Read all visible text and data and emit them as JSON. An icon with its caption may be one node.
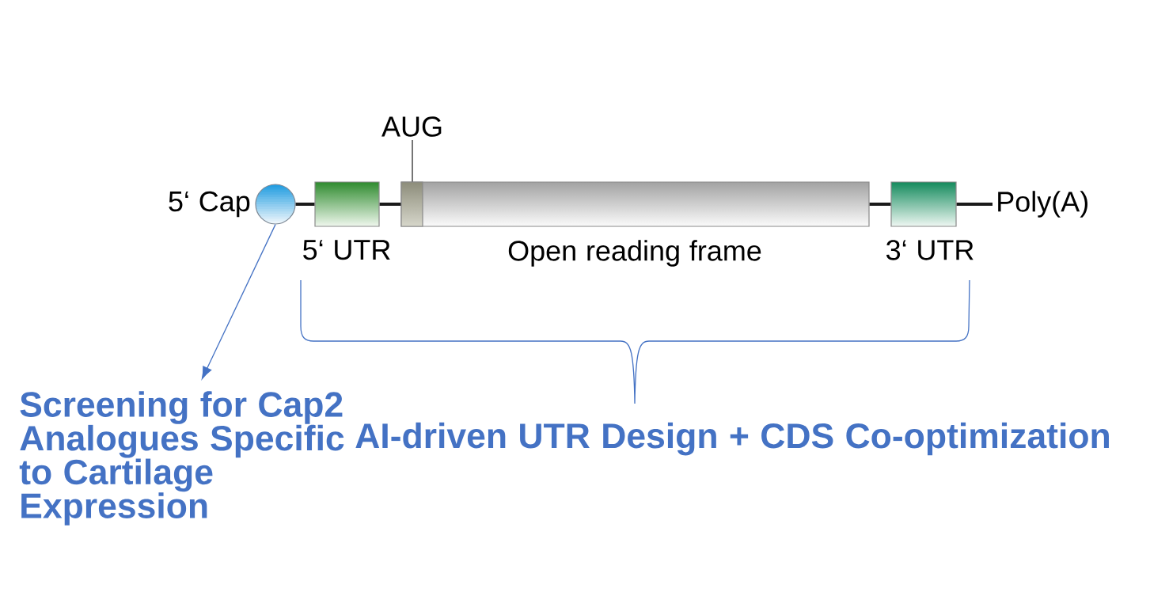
{
  "diagram": {
    "nodes": [
      {
        "text": [
          "AUG"
        ]
      },
      {
        "text": [],
        "shape": "circle",
        "beside": [
          "5‘ Cap"
        ]
      },
      {
        "text": [],
        "shape": "box",
        "beside": [
          "5‘ UTR"
        ]
      },
      {
        "text": [],
        "shape": "box",
        "beside": [
          "Open reading frame"
        ]
      },
      {
        "text": [],
        "shape": "box",
        "in": 3
      },
      {
        "text": [],
        "shape": "box",
        "beside": [
          "3‘ UTR"
        ]
      },
      {
        "text": [
          "Poly(A)"
        ]
      },
      {
        "text": [
          "Screening for Cap2 Analogues Specific to Cartilage Expression"
        ]
      }
    ],
    "edges": [
      {
        "from": 0,
        "to": 4,
        "arrow": "none"
      },
      {
        "from": 1,
        "to": 2,
        "arrow": "none"
      },
      {
        "from": 2,
        "to": 3,
        "arrow": "none"
      },
      {
        "from": 3,
        "to": 5,
        "arrow": "none"
      },
      {
        "from": 5,
        "to": 6,
        "arrow": "none"
      },
      {
        "from": 1,
        "to": 7,
        "arrow": "to",
        "color": "#4472c4"
      }
    ],
    "labels": [
      "AI-driven UTR Design + CDS Co-optimization"
    ]
  }
}
